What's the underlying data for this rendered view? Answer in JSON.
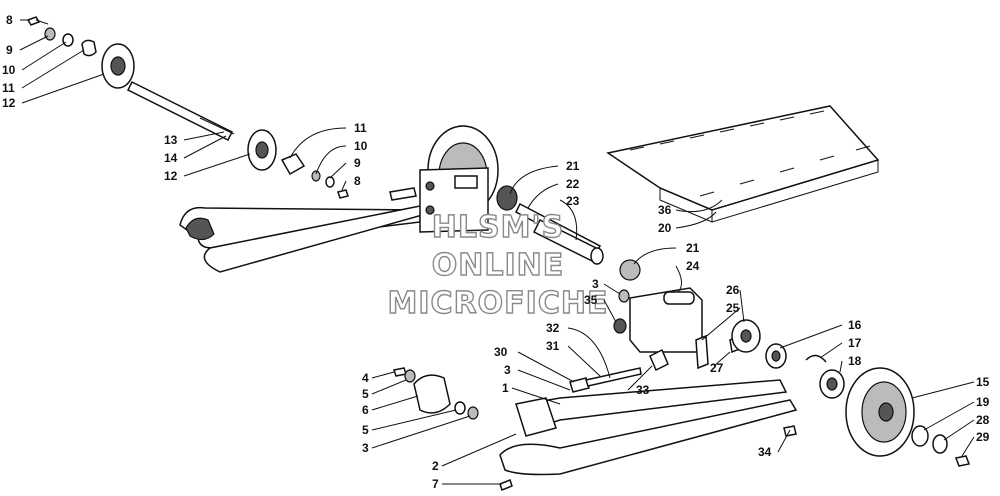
{
  "watermark": {
    "line1": "HLSM'S",
    "line2": "ONLINE",
    "line3": "MICROFICHE"
  },
  "callouts": [
    {
      "id": "c8a",
      "text": "8"
    },
    {
      "id": "c9a",
      "text": "9"
    },
    {
      "id": "c10a",
      "text": "10"
    },
    {
      "id": "c11a",
      "text": "11"
    },
    {
      "id": "c12a",
      "text": "12"
    },
    {
      "id": "c13",
      "text": "13"
    },
    {
      "id": "c14",
      "text": "14"
    },
    {
      "id": "c12b",
      "text": "12"
    },
    {
      "id": "c11b",
      "text": "11"
    },
    {
      "id": "c10b",
      "text": "10"
    },
    {
      "id": "c9b",
      "text": "9"
    },
    {
      "id": "c8b",
      "text": "8"
    },
    {
      "id": "c21a",
      "text": "21"
    },
    {
      "id": "c22",
      "text": "22"
    },
    {
      "id": "c23",
      "text": "23"
    },
    {
      "id": "c36",
      "text": "36"
    },
    {
      "id": "c20",
      "text": "20"
    },
    {
      "id": "c21b",
      "text": "21"
    },
    {
      "id": "c24",
      "text": "24"
    },
    {
      "id": "c3a",
      "text": "3"
    },
    {
      "id": "c35",
      "text": "35"
    },
    {
      "id": "c26",
      "text": "26"
    },
    {
      "id": "c25",
      "text": "25"
    },
    {
      "id": "c32",
      "text": "32"
    },
    {
      "id": "c31",
      "text": "31"
    },
    {
      "id": "c30",
      "text": "30"
    },
    {
      "id": "c3b",
      "text": "3"
    },
    {
      "id": "c1",
      "text": "1"
    },
    {
      "id": "c33",
      "text": "33"
    },
    {
      "id": "c27",
      "text": "27"
    },
    {
      "id": "c16",
      "text": "16"
    },
    {
      "id": "c17",
      "text": "17"
    },
    {
      "id": "c18",
      "text": "18"
    },
    {
      "id": "c4",
      "text": "4"
    },
    {
      "id": "c5a",
      "text": "5"
    },
    {
      "id": "c6",
      "text": "6"
    },
    {
      "id": "c5b",
      "text": "5"
    },
    {
      "id": "c3c",
      "text": "3"
    },
    {
      "id": "c2",
      "text": "2"
    },
    {
      "id": "c7",
      "text": "7"
    },
    {
      "id": "c34",
      "text": "34"
    },
    {
      "id": "c15",
      "text": "15"
    },
    {
      "id": "c19",
      "text": "19"
    },
    {
      "id": "c28",
      "text": "28"
    },
    {
      "id": "c29",
      "text": "29"
    }
  ]
}
